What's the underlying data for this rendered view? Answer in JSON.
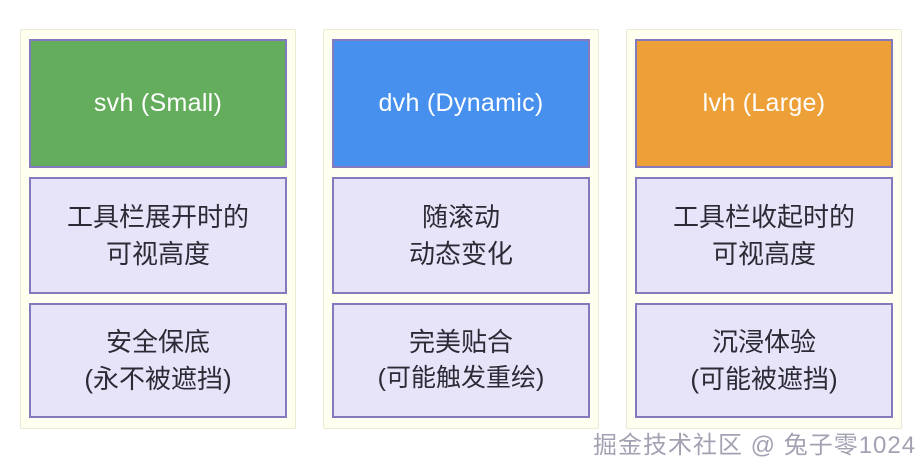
{
  "theme": {
    "card_background": "#fffff0",
    "card_border": "#ecead2",
    "cell_border": "#8379bd",
    "cell_fill": "#e7e4f9",
    "text_color": "#2b2b35",
    "header_text_color": "#ffffff"
  },
  "columns": [
    {
      "id": "svh",
      "header": {
        "label": "svh (Small)",
        "color": "#64ad5c"
      },
      "description": {
        "lines": [
          "工具栏展开时的",
          "可视高度"
        ]
      },
      "trait": {
        "lines": [
          "安全保底",
          "(永不被遮挡)"
        ]
      }
    },
    {
      "id": "dvh",
      "header": {
        "label": "dvh (Dynamic)",
        "color": "#4790ee"
      },
      "description": {
        "lines": [
          "随滚动",
          "动态变化"
        ]
      },
      "trait": {
        "lines": [
          "完美贴合",
          "(可能触发重绘)"
        ]
      }
    },
    {
      "id": "lvh",
      "header": {
        "label": "lvh (Large)",
        "color": "#eea038"
      },
      "description": {
        "lines": [
          "工具栏收起时的",
          "可视高度"
        ]
      },
      "trait": {
        "lines": [
          "沉浸体验",
          "(可能被遮挡)"
        ]
      }
    }
  ],
  "watermark": {
    "text": "掘金技术社区 @ 兔子零1024"
  }
}
